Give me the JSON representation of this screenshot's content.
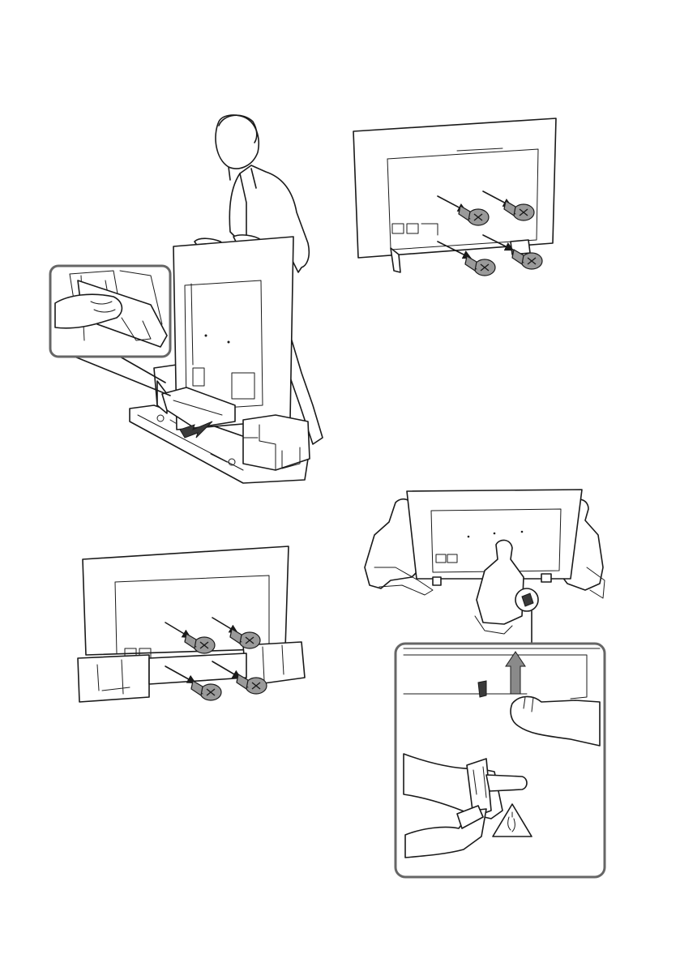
{
  "document": {
    "kind": "assembly-instructions-illustration-page",
    "panels": [
      {
        "name": "unpack-tv-from-box",
        "icon": "person-lifting-tv-icon"
      },
      {
        "name": "insert-screws-with-stand",
        "icon": "screw-icon"
      },
      {
        "name": "insert-screws-in-box",
        "icon": "screw-icon"
      },
      {
        "name": "remove-stand-two-people",
        "icon": "people-holding-tv-icon"
      }
    ],
    "warning": {
      "icon": "pinch-hazard-icon"
    }
  },
  "colors": {
    "line": "#1a1a1a",
    "screw": "#9a9a9a",
    "inset_border": "#666666"
  }
}
